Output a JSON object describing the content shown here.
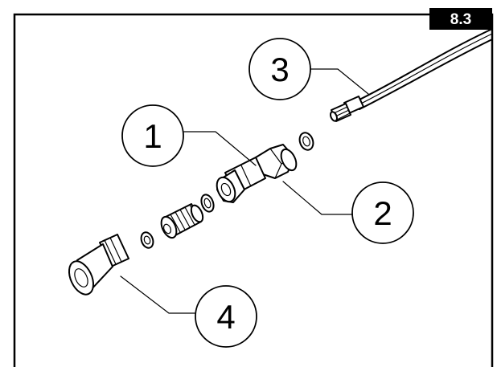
{
  "figure": {
    "section_badge": "8.3",
    "callouts": [
      {
        "number": "1"
      },
      {
        "number": "2"
      },
      {
        "number": "3"
      },
      {
        "number": "4"
      }
    ],
    "colors": {
      "frame": "#000000",
      "badge_background": "#000000",
      "badge_text": "#ffffff",
      "background": "#ffffff"
    }
  }
}
